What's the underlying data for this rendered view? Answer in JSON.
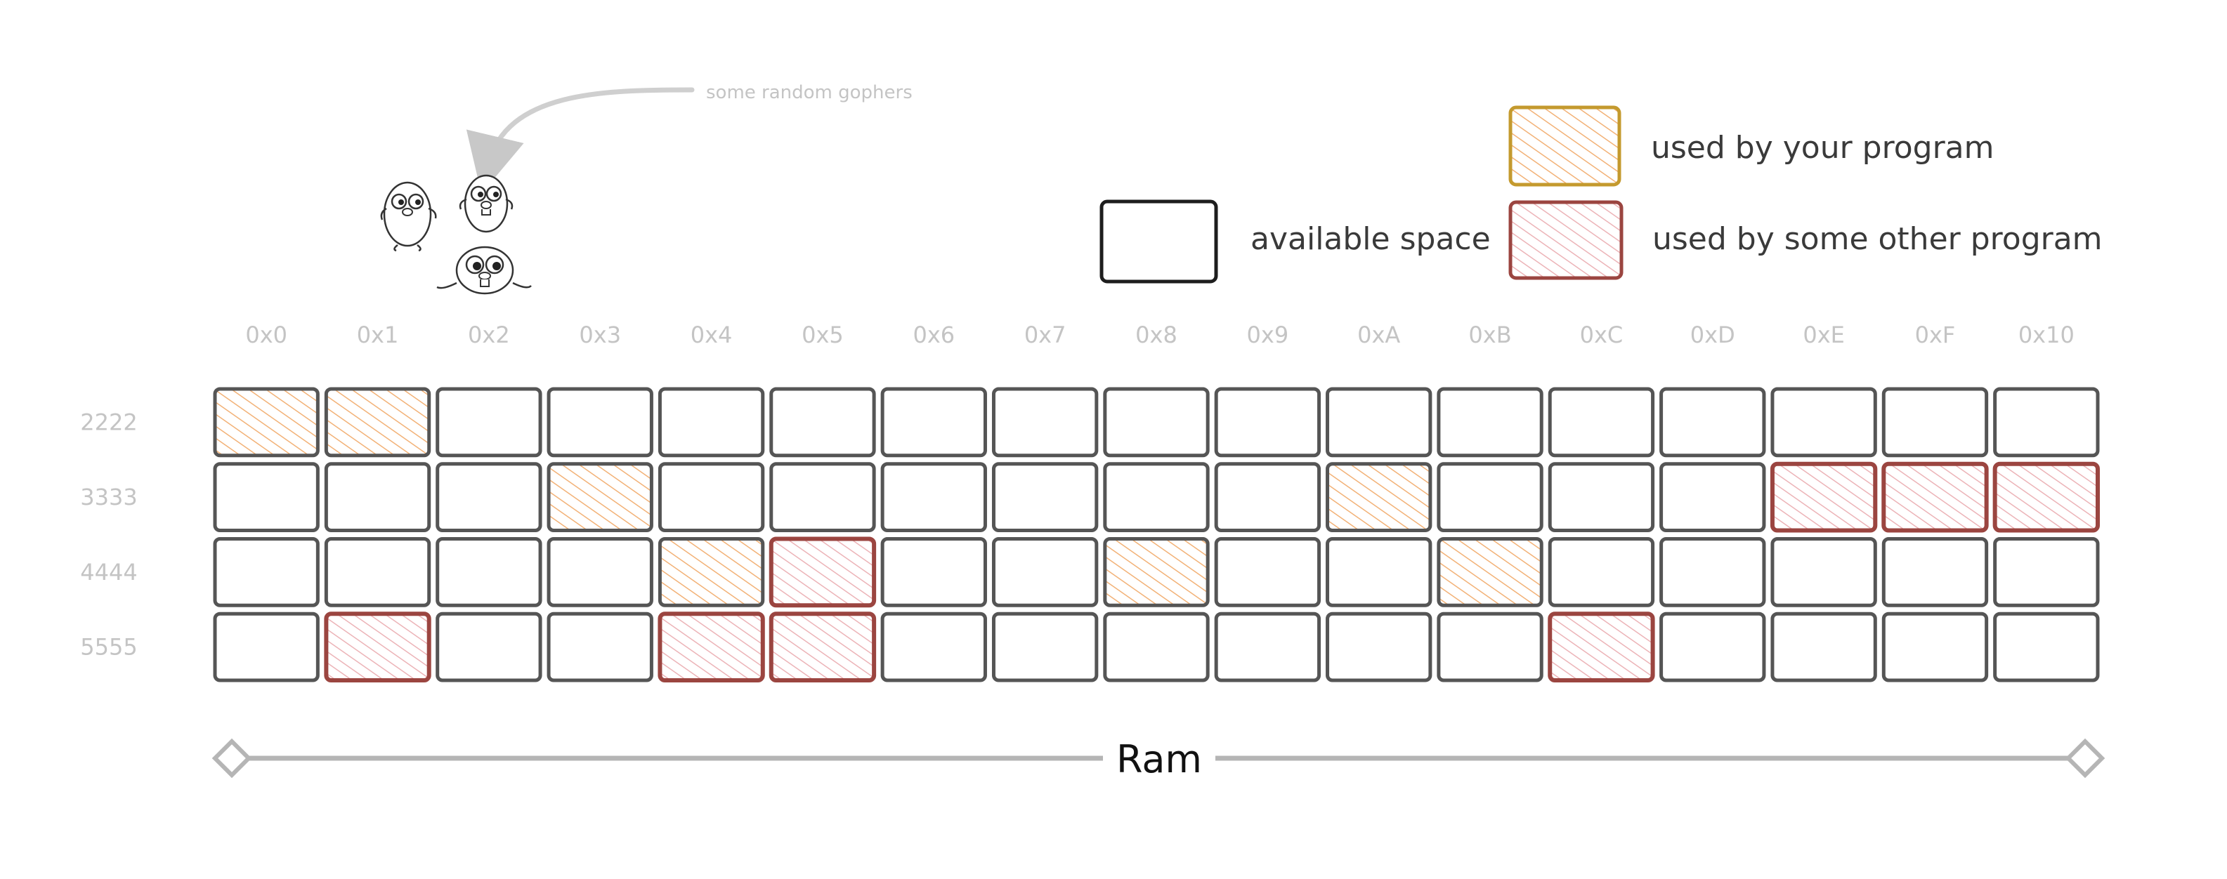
{
  "annotation": {
    "text": "some random gophers"
  },
  "legend": {
    "available": {
      "label": "available space",
      "stroke": "#1e1e1e"
    },
    "yours": {
      "label": "used by your program",
      "stroke": "#c49a2e",
      "fill": "#f1b77a"
    },
    "other": {
      "label": "used by some other program",
      "stroke": "#9b4540",
      "fill": "#eeb0b3"
    }
  },
  "grid": {
    "columns": [
      "0x0",
      "0x1",
      "0x2",
      "0x3",
      "0x4",
      "0x5",
      "0x6",
      "0x7",
      "0x8",
      "0x9",
      "0xA",
      "0xB",
      "0xC",
      "0xD",
      "0xE",
      "0xF",
      "0x10"
    ],
    "rows": [
      "2222",
      "3333",
      "4444",
      "5555"
    ],
    "cells": [
      [
        "yours",
        "yours",
        "free",
        "free",
        "free",
        "free",
        "free",
        "free",
        "free",
        "free",
        "free",
        "free",
        "free",
        "free",
        "free",
        "free",
        "free"
      ],
      [
        "free",
        "free",
        "free",
        "yours",
        "free",
        "free",
        "free",
        "free",
        "free",
        "free",
        "yours",
        "free",
        "free",
        "free",
        "other",
        "other",
        "other"
      ],
      [
        "free",
        "free",
        "free",
        "free",
        "yours",
        "other",
        "free",
        "free",
        "yours",
        "free",
        "free",
        "yours",
        "free",
        "free",
        "free",
        "free",
        "free"
      ],
      [
        "free",
        "other",
        "free",
        "free",
        "other",
        "other",
        "free",
        "free",
        "free",
        "free",
        "free",
        "free",
        "other",
        "free",
        "free",
        "free",
        "free"
      ]
    ],
    "grid_stroke": "#555555"
  },
  "ram": {
    "label": "Ram",
    "color": "#b5b5b5"
  },
  "icons": [
    "gopher-icon",
    "gopher-icon",
    "gopher-icon"
  ]
}
